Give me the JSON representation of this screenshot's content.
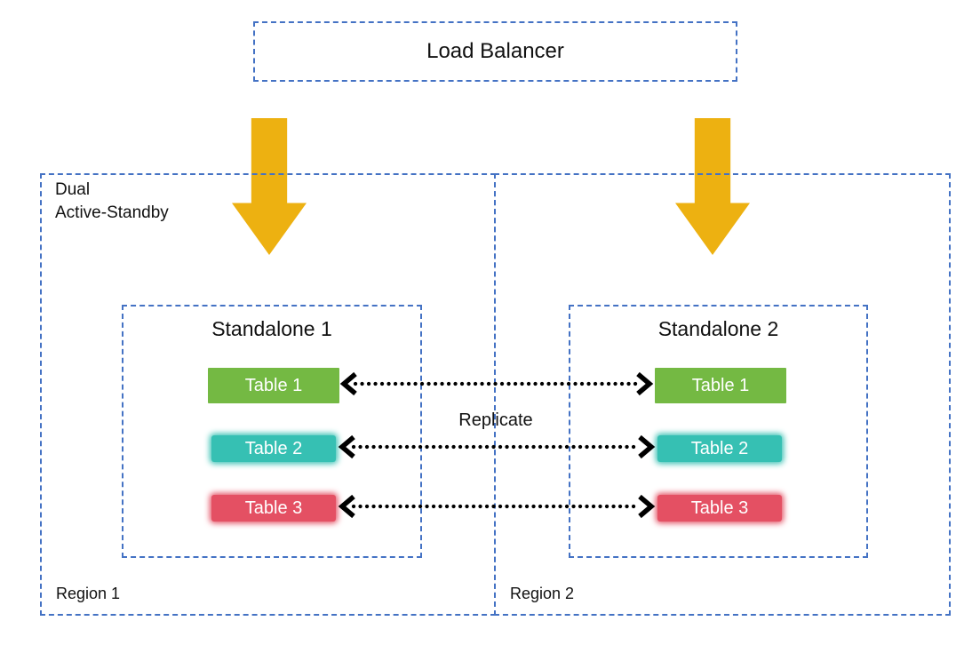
{
  "colors": {
    "dash-blue": "#4472C4",
    "arrow-gold": "#EDB111",
    "table1-green": "#74B943",
    "table2-teal": "#36C0B3",
    "table3-red": "#E45063"
  },
  "load_balancer": {
    "label": "Load Balancer"
  },
  "regions": [
    {
      "label": "Region 1",
      "annotation_line1": "Dual",
      "annotation_line2": "Active-Standby",
      "standalone": {
        "title": "Standalone 1",
        "tables": [
          {
            "label": "Table 1"
          },
          {
            "label": "Table 2"
          },
          {
            "label": "Table 3"
          }
        ]
      }
    },
    {
      "label": "Region 2",
      "standalone": {
        "title": "Standalone 2",
        "tables": [
          {
            "label": "Table 1"
          },
          {
            "label": "Table 2"
          },
          {
            "label": "Table 3"
          }
        ]
      }
    }
  ],
  "replication": {
    "label": "Replicate"
  }
}
